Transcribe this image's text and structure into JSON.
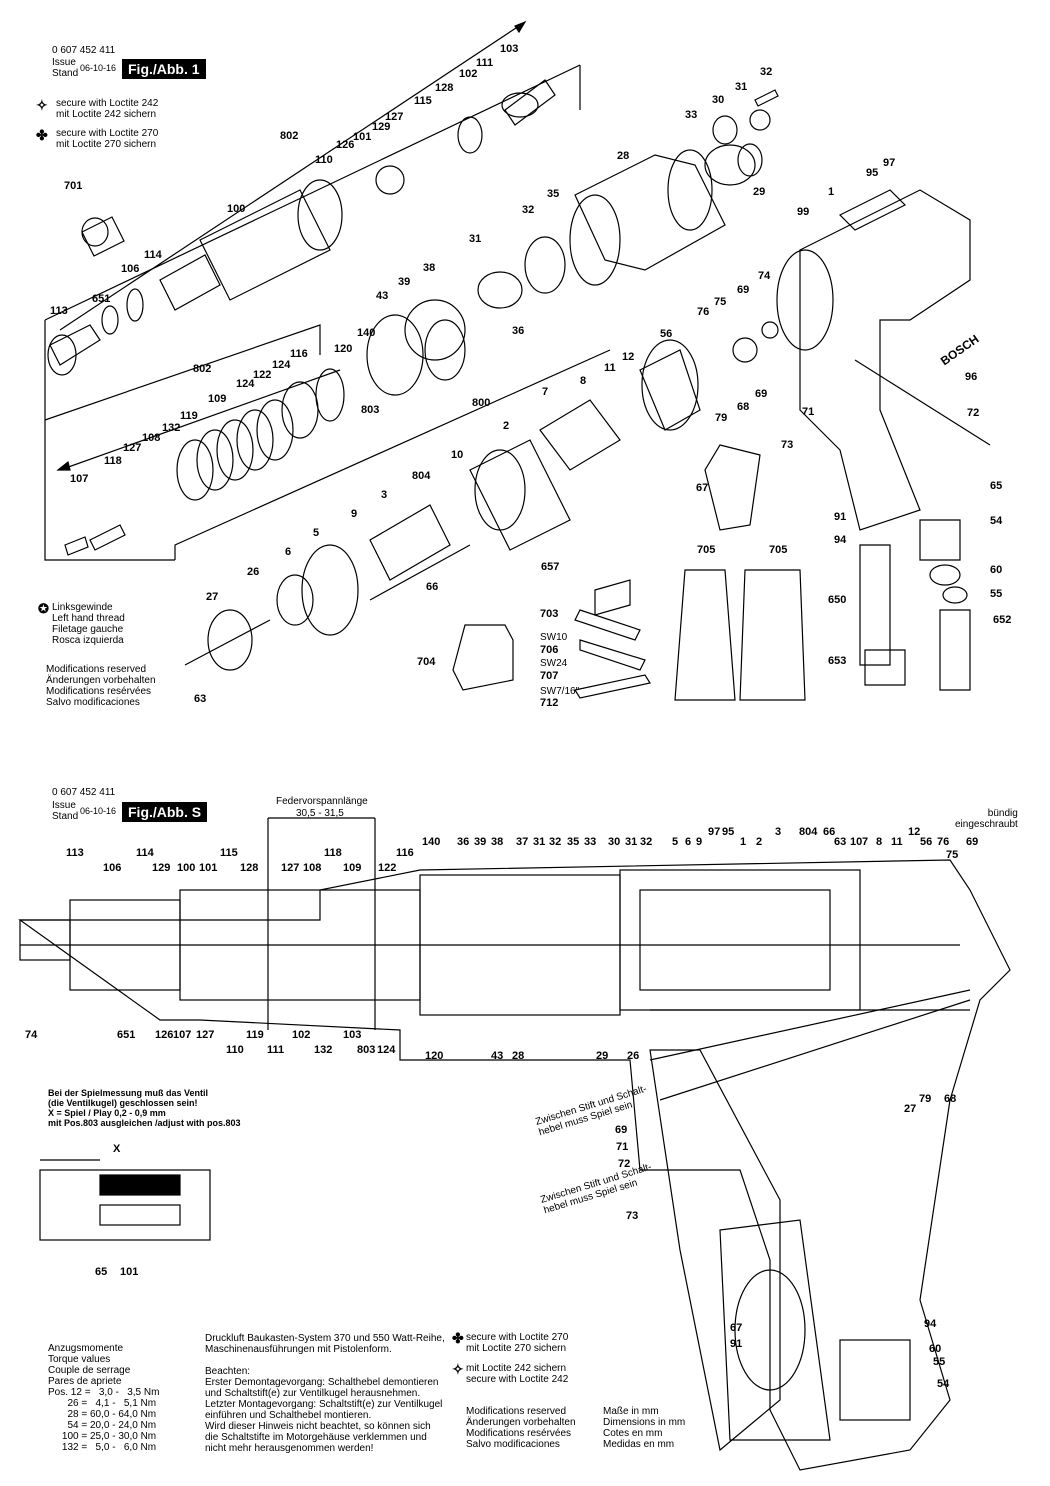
{
  "fig1": {
    "part_no": "0 607 452 411",
    "issue_label": "Issue\nStand",
    "issue_date": "06-10-16",
    "fig_label": "Fig./Abb. 1",
    "loctite242": "secure with Loctite 242\nmit Loctite 242 sichern",
    "loctite270": "secure with Loctite 270\nmit Loctite 270 sichern",
    "left_thread": "Linksgewinde\nLeft hand thread\nFiletage gauche\nRosca izquierda",
    "modifications": "Modifications reserved\nÄnderungen vorbehalten\nModifications resérvées\nSalvo modificaciones",
    "brand": "BOSCH",
    "sw_labels": [
      "SW10",
      "SW24",
      "SW7/16\""
    ]
  },
  "figS": {
    "part_no": "0 607 452 411",
    "issue_label": "Issue\nStand",
    "issue_date": "06-10-16",
    "fig_label": "Fig./Abb. S",
    "preload_title": "Federvorspannlänge",
    "preload_value": "30,5 - 31,5",
    "flush": "bündig\neingeschraubt",
    "play_note": "Bei der Spielmessung muß das Ventil\n(die Ventilkugel) geschlossen sein!\nX = Spiel / Play 0,2 - 0,9 mm\nmit Pos.803 ausgleichen /adjust with pos.803",
    "x_label": "X",
    "pin_note": "Zwischen Stift und Schalt-\nhebel muss Spiel sein",
    "torque": "Anzugsmomente\nTorque values\nCouple de serrage\nPares de apriete\nPos. 12 =   3,0 -   3,5 Nm\n       26 =   4,1 -   5,1 Nm\n       28 = 60,0 - 64,0 Nm\n       54 = 20,0 - 24,0 Nm\n     100 = 25,0 - 30,0 Nm\n     132 =   5,0 -   6,0 Nm",
    "system_note": "Druckluft Baukasten-System 370 und 550 Watt-Reihe,\nMaschinenausführungen mit Pistolenform.\n\nBeachten:\nErster Demontagevorgang: Schalthebel demontieren\nund Schaltstift(e) zur Ventilkugel herausnehmen.\nLetzter Montagevorgang: Schaltstift(e) zur Ventilkugel\neinführen und Schalthebel montieren.\nWird dieser Hinweis nicht beachtet, so können sich\ndie Schaltstifte im Motorgehäuse verklemmen und\nnicht mehr herausgenommen werden!",
    "loctite270": "secure with Loctite 270\nmit Loctite 270 sichern",
    "loctite242": "mit Loctite 242 sichern\nsecure with Loctite 242",
    "modifications": "Modifications reserved\nÄnderungen vorbehalten\nModifications resérvées\nSalvo modificaciones",
    "dimensions": "Maße in mm\nDimensions in mm\nCotes en mm\nMedidas en mm"
  },
  "labels1": [
    "103",
    "111",
    "102",
    "128",
    "115",
    "127",
    "129",
    "101",
    "126",
    "802",
    "110",
    "701",
    "100",
    "114",
    "106",
    "113",
    "651",
    "32",
    "31",
    "30",
    "33",
    "28",
    "29",
    "35",
    "32",
    "31",
    "36",
    "38",
    "39",
    "43",
    "803",
    "140",
    "120",
    "116",
    "124",
    "122",
    "124",
    "802",
    "109",
    "119",
    "132",
    "108",
    "127",
    "118",
    "107",
    "97",
    "95",
    "1",
    "99",
    "74",
    "69",
    "75",
    "76",
    "56",
    "69",
    "68",
    "79",
    "96",
    "71",
    "72",
    "73",
    "67",
    "65",
    "54",
    "91",
    "94",
    "60",
    "55",
    "650",
    "652",
    "653",
    "12",
    "11",
    "8",
    "7",
    "800",
    "2",
    "10",
    "804",
    "3",
    "9",
    "5",
    "6",
    "26",
    "27",
    "63",
    "66",
    "657",
    "705",
    "705",
    "703",
    "706",
    "707",
    "712",
    "704"
  ],
  "labels2": [
    "113",
    "106",
    "114",
    "129",
    "100",
    "101",
    "115",
    "128",
    "127",
    "108",
    "118",
    "109",
    "122",
    "116",
    "140",
    "36",
    "39",
    "38",
    "37",
    "31",
    "32",
    "35",
    "33",
    "30",
    "31",
    "32",
    "5",
    "6",
    "9",
    "97",
    "95",
    "1",
    "2",
    "3",
    "804",
    "66",
    "63",
    "10",
    "7",
    "8",
    "11",
    "12",
    "56",
    "76",
    "75",
    "69",
    "74",
    "651",
    "126",
    "107",
    "127",
    "110",
    "119",
    "111",
    "102",
    "132",
    "103",
    "803",
    "124",
    "120",
    "43",
    "28",
    "29",
    "26",
    "27",
    "79",
    "68",
    "69",
    "71",
    "72",
    "73",
    "67",
    "91",
    "94",
    "60",
    "55",
    "54",
    "65",
    "101",
    "100"
  ]
}
